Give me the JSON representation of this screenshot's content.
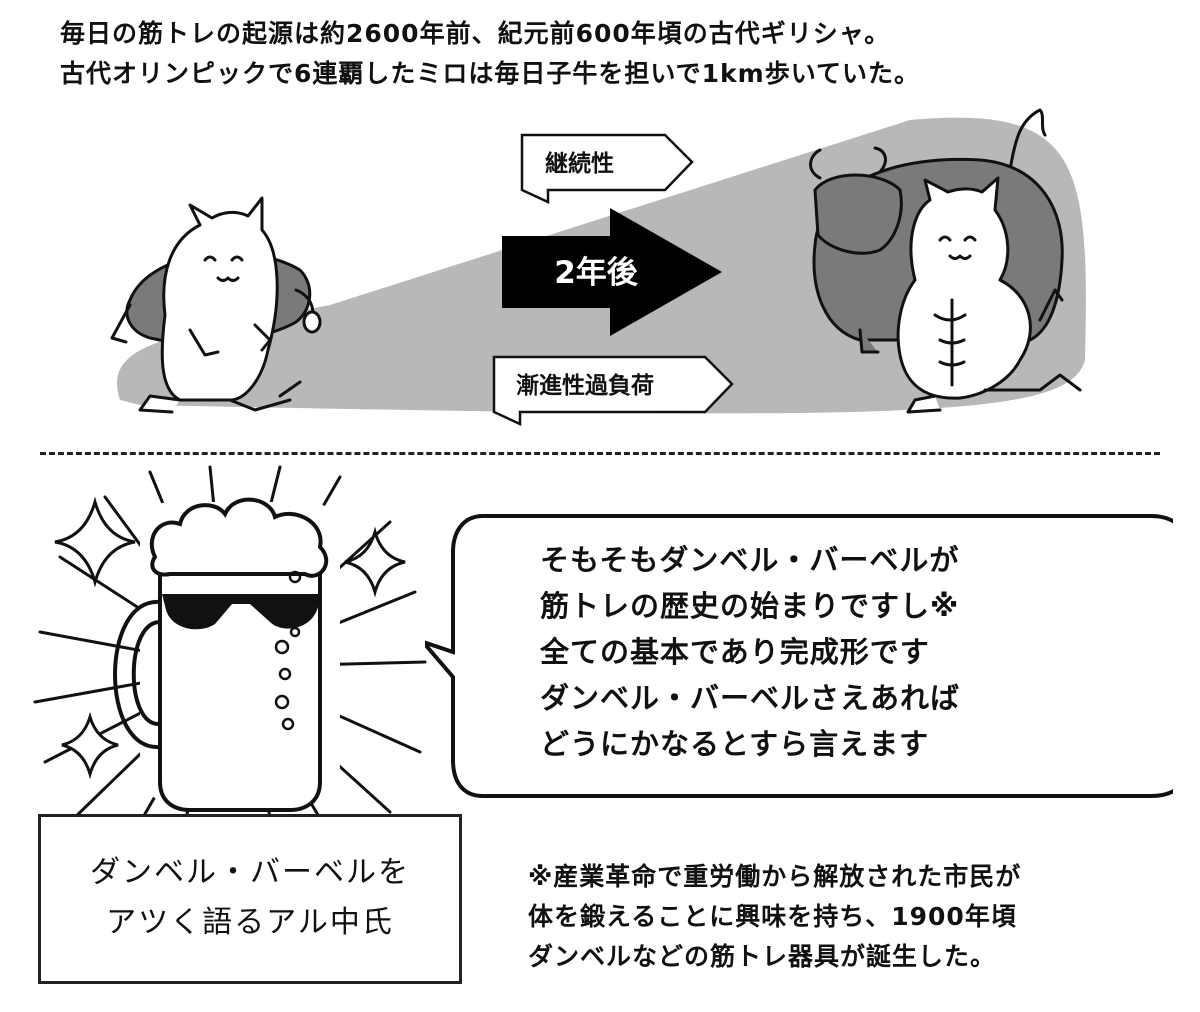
{
  "header": {
    "lines": [
      "毎日の筋トレの起源は約2600年前、紀元前600年頃の古代ギリシャ。",
      "古代オリンピックで6連覇したミロは毎日子牛を担いで1km歩いていた。"
    ]
  },
  "top_panel": {
    "tag_upper": "継続性",
    "arrow_label": "2年後",
    "tag_lower": "漸進性過負荷"
  },
  "speech_bubble": {
    "lines": [
      "そもそもダンベル・バーベルが",
      "筋トレの歴史の始まりですし※",
      "全ての基本であり完成形です",
      "ダンベル・バーベルさえあれば",
      "どうにかなるとすら言えます"
    ]
  },
  "caption": {
    "lines": [
      "ダンベル・バーベルを",
      "アツく語るアル中氏"
    ]
  },
  "footnote": {
    "lines": [
      "※産業革命で重労働から解放された市民が",
      "体を鍛えることに興味を持ち、1900年頃",
      "ダンベルなどの筋トレ器具が誕生した。"
    ]
  },
  "colors": {
    "ink": "#111111",
    "gray_wedge": "#b8b8b8",
    "bull_gray": "#7a7a7a",
    "arrow_black": "#000000"
  }
}
